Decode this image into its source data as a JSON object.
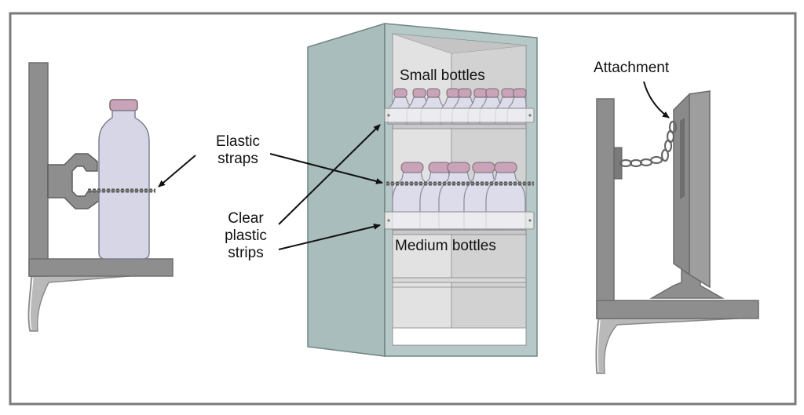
{
  "labels": {
    "small_bottles": "Small bottles",
    "medium_bottles": "Medium bottles",
    "elastic_line1": "Elastic",
    "elastic_line2": "straps",
    "clear_line1": "Clear",
    "clear_line2": "plastic",
    "clear_line3": "strips",
    "attachment": "Attachment"
  },
  "colors": {
    "frame_border": "#7a7a7a",
    "bracket_gray": "#8c8c8c",
    "bracket_dark": "#6e6e6e",
    "cabinet_outer": "#b4c7c6",
    "cabinet_side": "#a3b8b7",
    "cabinet_inner": "#dcdcdc",
    "bottle_body": "#d6d6e6",
    "bottle_cap": "#c9a3b8",
    "strap": "#555555",
    "arrow": "#111111"
  },
  "icons": {
    "clamp": "c-clamp-icon",
    "chain": "chain-icon",
    "bottle": "bottle-icon"
  }
}
